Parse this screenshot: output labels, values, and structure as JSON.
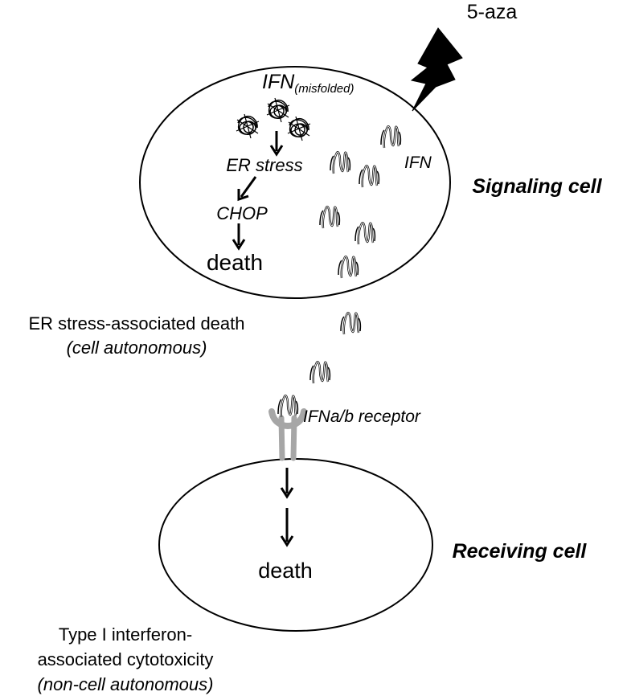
{
  "treatment": {
    "label": "5-aza"
  },
  "signaling_cell": {
    "title": "Signaling cell",
    "ifn_misfolded": {
      "main": "IFN",
      "subscript": "(misfolded)"
    },
    "er_stress": "ER stress",
    "chop": "CHOP",
    "death": "death",
    "ifn_label": "IFN"
  },
  "er_stress_death": {
    "line1": "ER stress-associated death",
    "line2": "(cell autonomous)"
  },
  "receptor": {
    "label": "IFNa/b receptor"
  },
  "receiving_cell": {
    "title": "Receiving cell",
    "death": "death"
  },
  "type1_cytotoxicity": {
    "line1": "Type I interferon-",
    "line2": "associated cytotoxicity",
    "line3": "(non-cell autonomous)"
  },
  "colors": {
    "stroke": "#000000",
    "receptor": "#a6a6a6",
    "background": "#ffffff"
  },
  "icons": [
    "lightning-bolt-icon",
    "misfolded-ifn-icon",
    "ifn-molecule-icon",
    "receptor-icon",
    "arrow-icon"
  ]
}
